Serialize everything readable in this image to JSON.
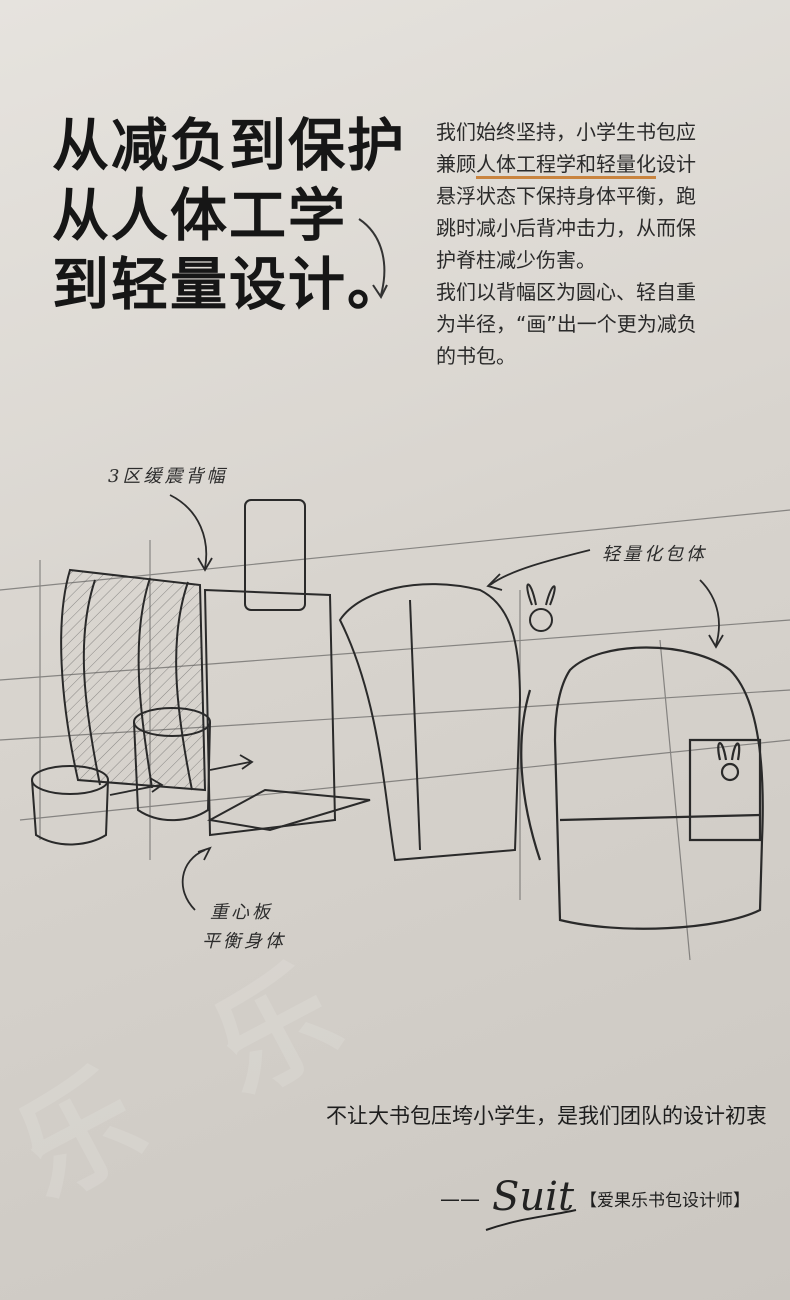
{
  "headline": {
    "line1": "从减负到保护",
    "line2": "从人体工学",
    "line3": "到轻量设计。"
  },
  "intro": {
    "p1_a": "我们始终坚持，小学生书包应",
    "p1_b": "兼顾",
    "p1_hl": "人体工程学和轻量化",
    "p1_c": "设计",
    "p1_d": "悬浮状态下保持身体平衡，跑",
    "p1_e": "跳时减小后背冲击力，从而保",
    "p1_f": "护脊柱减少伤害。",
    "p2_a": "我们以背幅区为圆心、轻自重",
    "p2_b": "为半径，“画”出一个更为减负",
    "p2_c": "的书包。"
  },
  "annotations": {
    "back_panel": "3区缓震背幅",
    "light_body": "轻量化包体",
    "center_plate_1": "重心板",
    "center_plate_2": "平衡身体"
  },
  "slogan": "不让大书包压垮小学生，是我们团队的设计初衷",
  "signature": {
    "dash": "——",
    "name_script": "Suit",
    "team": "【爱果乐书包设计师】"
  },
  "colors": {
    "highlight": "#c9843f",
    "ink": "#1f1f1f"
  }
}
